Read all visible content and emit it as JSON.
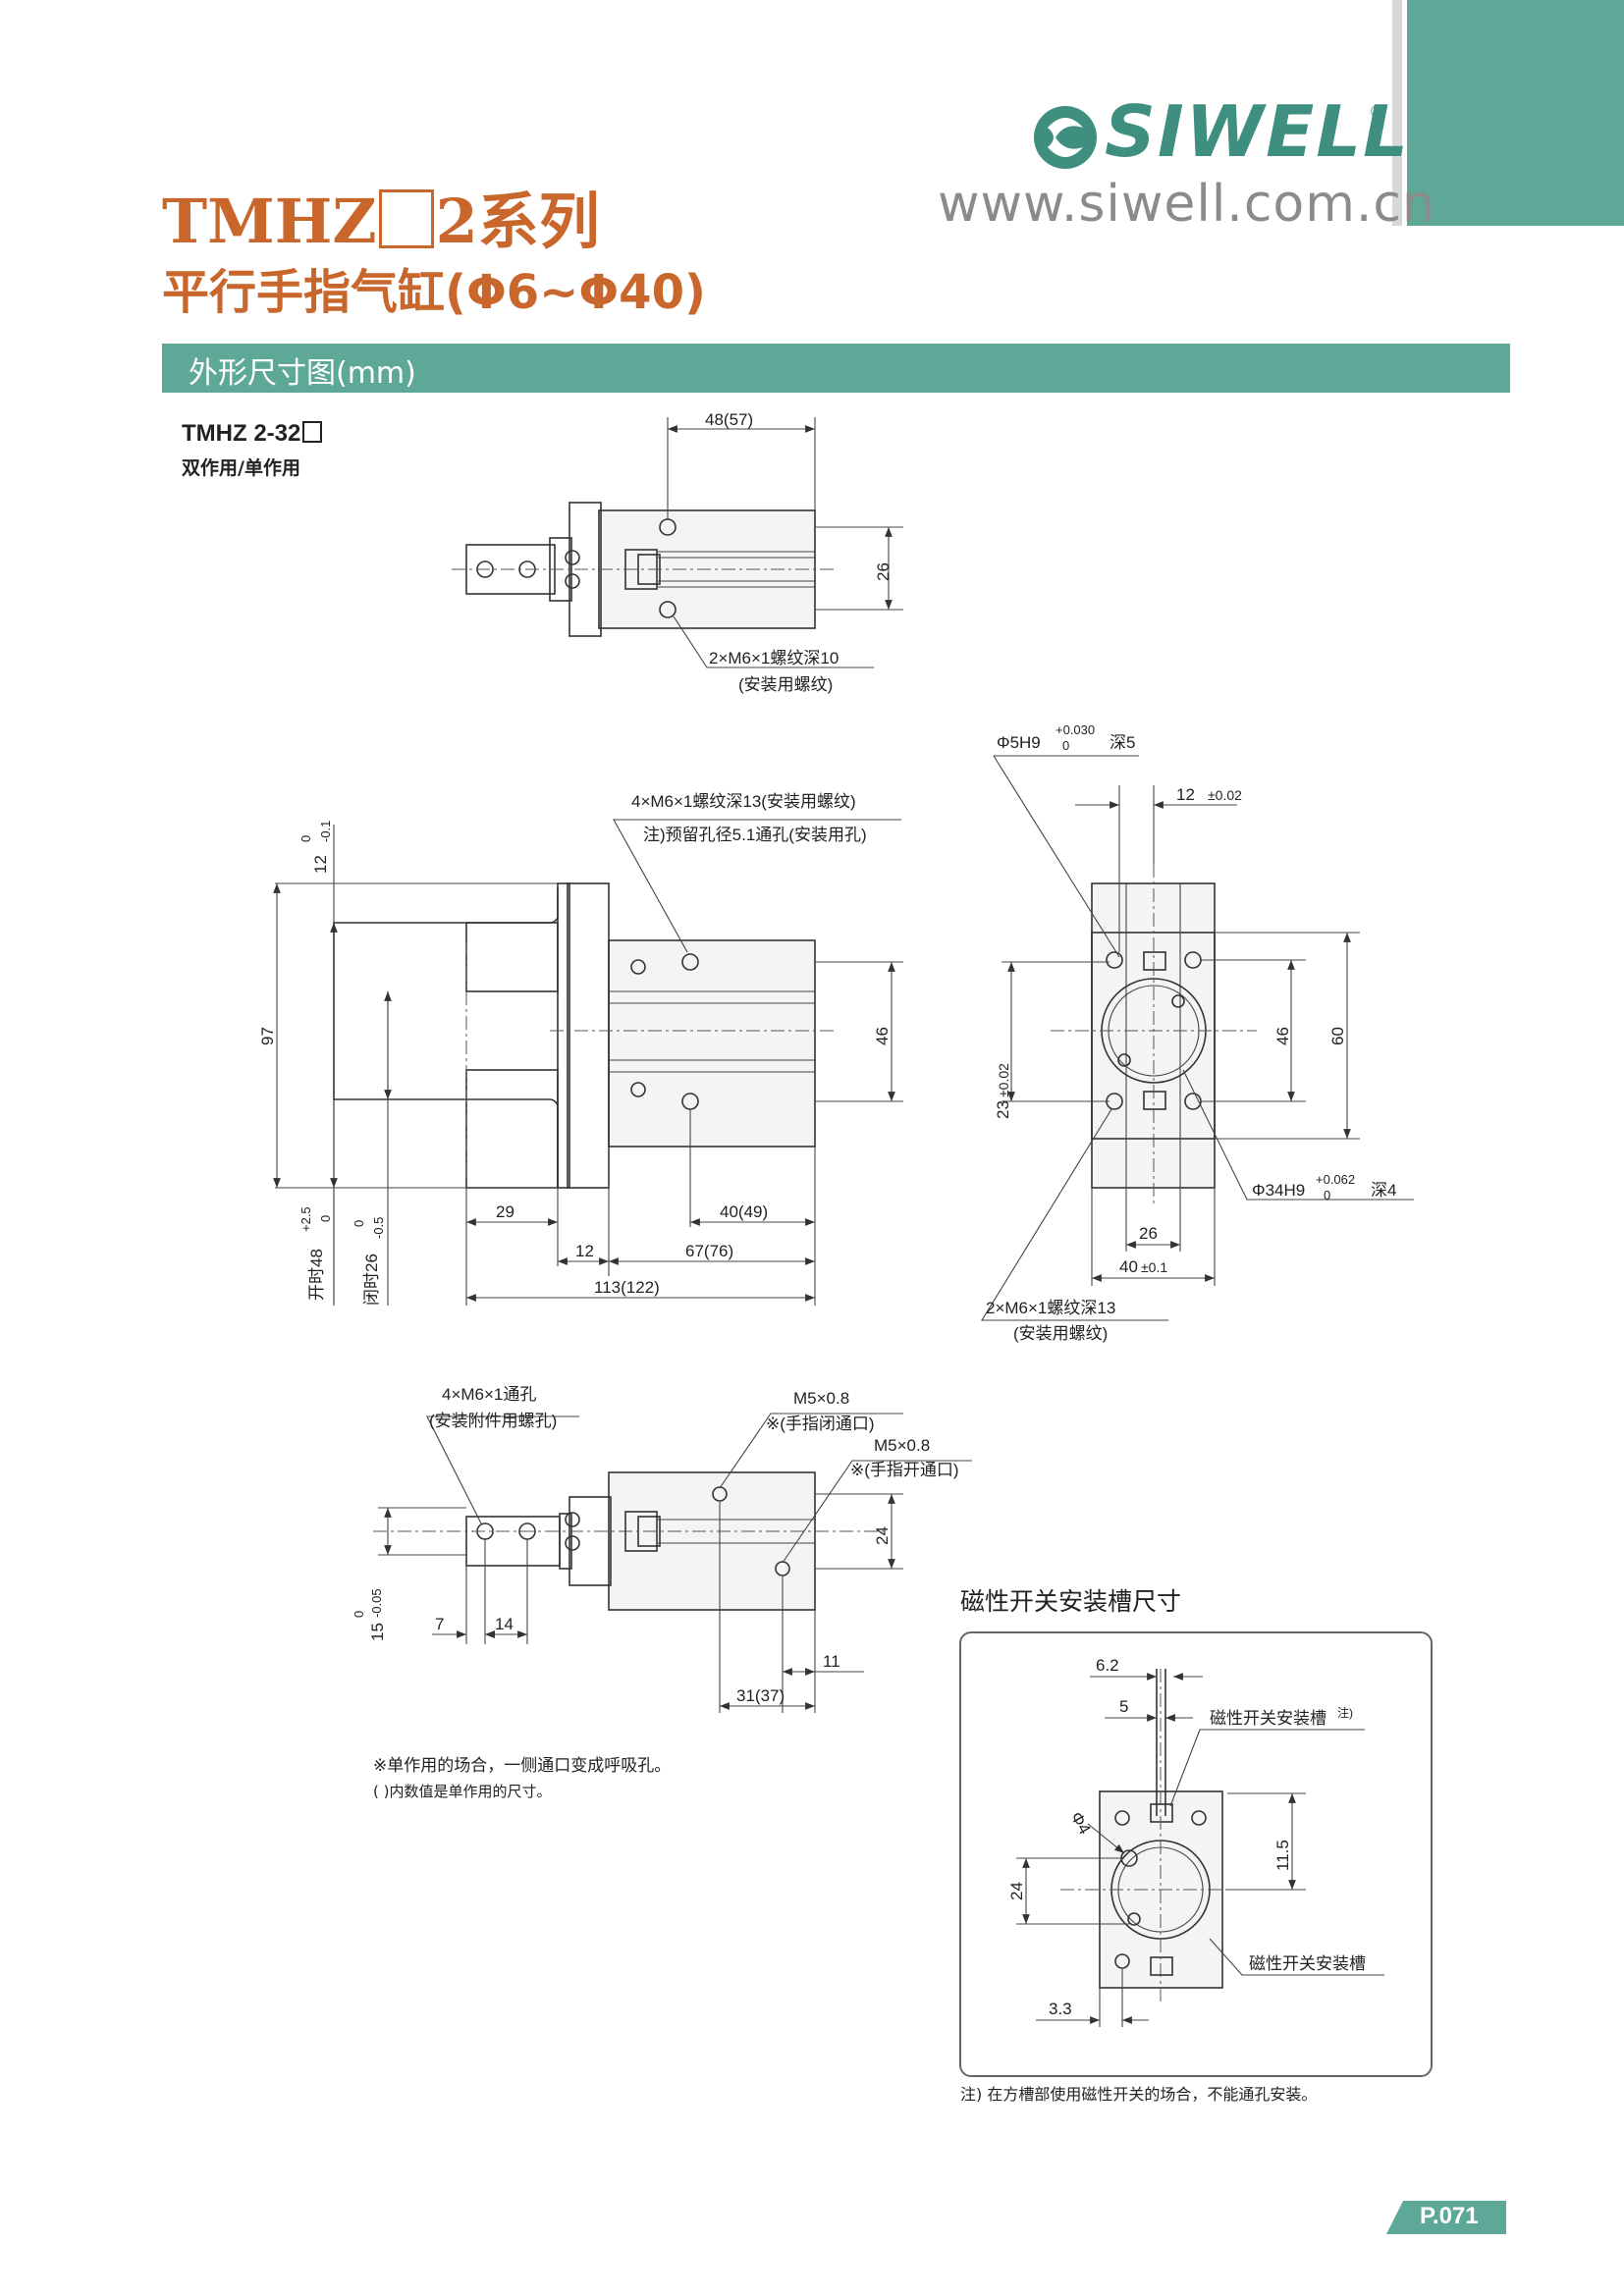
{
  "header": {
    "brand": "SIWELL",
    "registered_mark": "®",
    "website": "www.siwell.com.cn",
    "series_prefix": "TMHZ",
    "series_suffix": "2系列",
    "subtitle": "平行手指气缸(Φ6~Φ40)",
    "accent_color": "#5ea898",
    "title_color": "#c8662c"
  },
  "section": {
    "title": "外形尺寸图(mm)"
  },
  "model": {
    "name": "TMHZ 2-32",
    "type": "双作用/单作用"
  },
  "top_view": {
    "dim_width": "48(57)",
    "dim_height": "26",
    "thread_note": "2×M6×1螺纹深10",
    "thread_note_sub": "(安装用螺纹)"
  },
  "side_view": {
    "tol_12": "12",
    "tol_12_upper": "0",
    "tol_12_lower": "-0.1",
    "thread_note": "4×M6×1螺纹深13(安装用螺纹)",
    "hole_note": "注)预留孔径5.1通孔(安装用孔)",
    "dim_97": "97",
    "dim_46": "46",
    "dim_29": "29",
    "dim_40": "40(49)",
    "dim_12": "12",
    "dim_67": "67(76)",
    "dim_113": "113(122)",
    "open_label": "开时48",
    "open_upper": "+2.5",
    "open_lower": "0",
    "close_label": "闭时26",
    "close_upper": "0",
    "close_lower": "-0.5"
  },
  "end_view": {
    "bore_note": "Φ5H9",
    "bore_upper": "+0.030",
    "bore_lower": "0",
    "bore_depth": "深5",
    "dim_12": "12",
    "dim_12_tol": "±0.02",
    "dim_23": "23",
    "dim_23_tol": "±0.02",
    "dim_46": "46",
    "dim_60": "60",
    "bore34": "Φ34H9",
    "bore34_upper": "+0.062",
    "bore34_lower": "0",
    "bore34_depth": "深4",
    "dim_26": "26",
    "dim_40": "40",
    "dim_40_tol": "±0.1",
    "thread_note": "2×M6×1螺纹深13",
    "thread_note_sub": "(安装用螺纹)"
  },
  "bottom_view": {
    "hole_note": "4×M6×1通孔",
    "hole_note_sub": "(安装附件用螺孔)",
    "port1": "M5×0.8",
    "port1_sub": "※(手指闭通口)",
    "port2": "M5×0.8",
    "port2_sub": "※(手指开通口)",
    "dim_24": "24",
    "dim_15": "15",
    "dim_15_upper": "0",
    "dim_15_lower": "-0.05",
    "dim_7": "7",
    "dim_14": "14",
    "dim_11": "11",
    "dim_31": "31(37)"
  },
  "notes": {
    "single_acting": "※单作用的场合，一侧通口变成呼吸孔。",
    "parentheses": "(   )内数值是单作用的尺寸。"
  },
  "magnetic": {
    "title": "磁性开关安装槽尺寸",
    "dim_62": "6.2",
    "dim_5": "5",
    "slot_label": "磁性开关安装槽",
    "slot_note_mark": "注)",
    "dia_4": "Φ4",
    "dim_115": "11.5",
    "dim_24": "24",
    "dim_33": "3.3",
    "slot_label2": "磁性开关安装槽",
    "footnote": "注) 在方槽部使用磁性开关的场合，不能通孔安装。"
  },
  "footer": {
    "page": "P.071"
  }
}
